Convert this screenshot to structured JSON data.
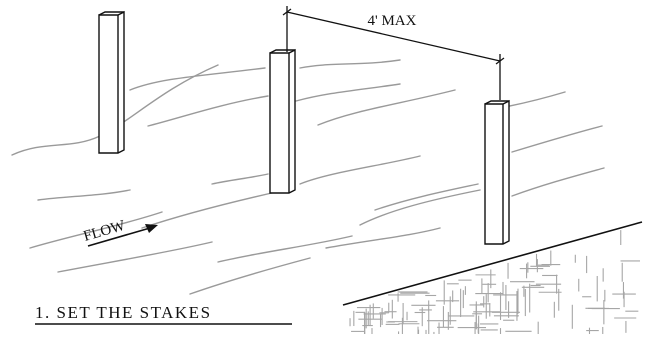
{
  "dimension": {
    "label": "4' MAX"
  },
  "flow": {
    "label": "FLOW"
  },
  "caption": {
    "text": "1. SET THE STAKES"
  },
  "colors": {
    "ink": "#111111",
    "water": "#9a9a9a",
    "ground": "#a6a6a6"
  }
}
